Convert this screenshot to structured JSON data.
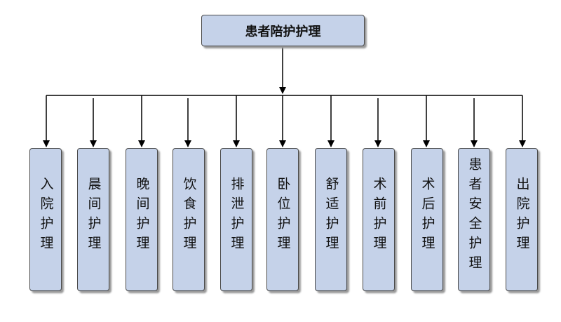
{
  "diagram": {
    "root": {
      "label": "患者陪护护理"
    },
    "children": [
      {
        "label": "入院护理"
      },
      {
        "label": "晨间护理"
      },
      {
        "label": "晚间护理"
      },
      {
        "label": "饮食护理"
      },
      {
        "label": "排泄护理"
      },
      {
        "label": "卧位护理"
      },
      {
        "label": "舒适护理"
      },
      {
        "label": "术前护理"
      },
      {
        "label": "术后护理"
      },
      {
        "label": "患者安全护理"
      },
      {
        "label": "出院护理"
      }
    ],
    "colors": {
      "box_fill": "#c5d2e9",
      "box_border": "#4a4a4a",
      "connector": "#000000"
    }
  }
}
